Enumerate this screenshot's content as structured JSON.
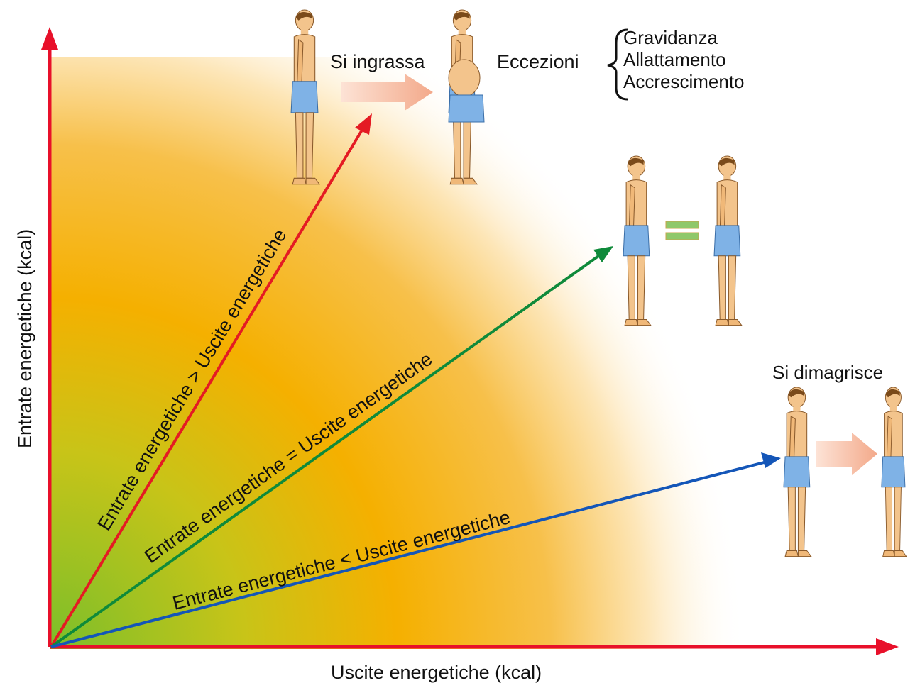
{
  "axes": {
    "x_label": "Uscite energetiche (kcal)",
    "y_label": "Entrate energetiche (kcal)",
    "axis_color": "#e8102a"
  },
  "arrows": [
    {
      "id": "gain",
      "label": "Entrate energetiche > Uscite energetiche",
      "color": "#e41b23"
    },
    {
      "id": "equal",
      "label": "Entrate energetiche = Uscite energetiche",
      "color": "#0f8a3a"
    },
    {
      "id": "lose",
      "label": "Entrate energetiche < Uscite energetiche",
      "color": "#1456b8"
    }
  ],
  "outcomes": {
    "gain_label": "Si ingrassa",
    "exceptions_label": "Eccezioni",
    "exceptions": [
      "Gravidanza",
      "Allattamento",
      "Accrescimento"
    ],
    "lose_label": "Si dimagrisce"
  },
  "colors": {
    "background_inner": "#7cbf2a",
    "background_mid": "#f5b000",
    "background_outer": "#ffffff",
    "skin": "#f3c48c",
    "shorts": "#7fb2e6",
    "hair": "#7a4a1a",
    "transition_arrow": "#f6b59a",
    "equals_sign": "#8fc86a"
  },
  "icons": [
    "man-standing-icon",
    "overweight-man-icon",
    "thin-man-icon",
    "transition-arrow-icon",
    "equals-icon",
    "brace-icon"
  ]
}
